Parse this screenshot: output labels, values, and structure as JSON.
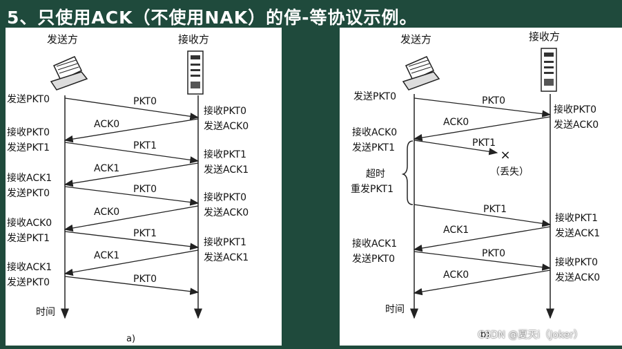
{
  "title": "5、只使用ACK（不使用NAK）的停-等协议示例。",
  "watermark": "CSDN @夏天i（Joker）",
  "panel_a": {
    "sender": "发送方",
    "receiver": "接收方",
    "time": "时间",
    "caption": "a)",
    "sender_events": [
      "发送PKT0",
      "接收PKT0",
      "发送PKT1",
      "接收ACK1",
      "发送PKT0",
      "接收ACK0",
      "发送PKT1",
      "接收ACK1",
      "发送PKT0"
    ],
    "receiver_events": [
      "接收PKT0",
      "发送ACK0",
      "接收PKT1",
      "发送ACK1",
      "接收PKT0",
      "发送ACK0",
      "接收PKT1",
      "发送ACK1"
    ],
    "messages": [
      "PKT0",
      "ACK0",
      "PKT1",
      "ACK1",
      "PKT0",
      "ACK0",
      "PKT1",
      "ACK1",
      "PKT0"
    ]
  },
  "panel_b": {
    "sender": "发送方",
    "receiver": "接收方",
    "time": "时间",
    "caption": "b)",
    "sender_events": [
      "发送PKT0",
      "接收ACK0",
      "发送PKT1",
      "超时",
      "重发PKT1",
      "接收ACK1",
      "发送PKT0"
    ],
    "receiver_events": [
      "接收PKT0",
      "发送ACK0",
      "接收PKT1",
      "发送ACK1",
      "接收PKT0",
      "发送ACK0"
    ],
    "messages": [
      "PKT0",
      "ACK0",
      "PKT1",
      "PKT1",
      "ACK1",
      "PKT0",
      "ACK0"
    ],
    "lost_label": "（丢失）",
    "lost_mark": "×"
  }
}
